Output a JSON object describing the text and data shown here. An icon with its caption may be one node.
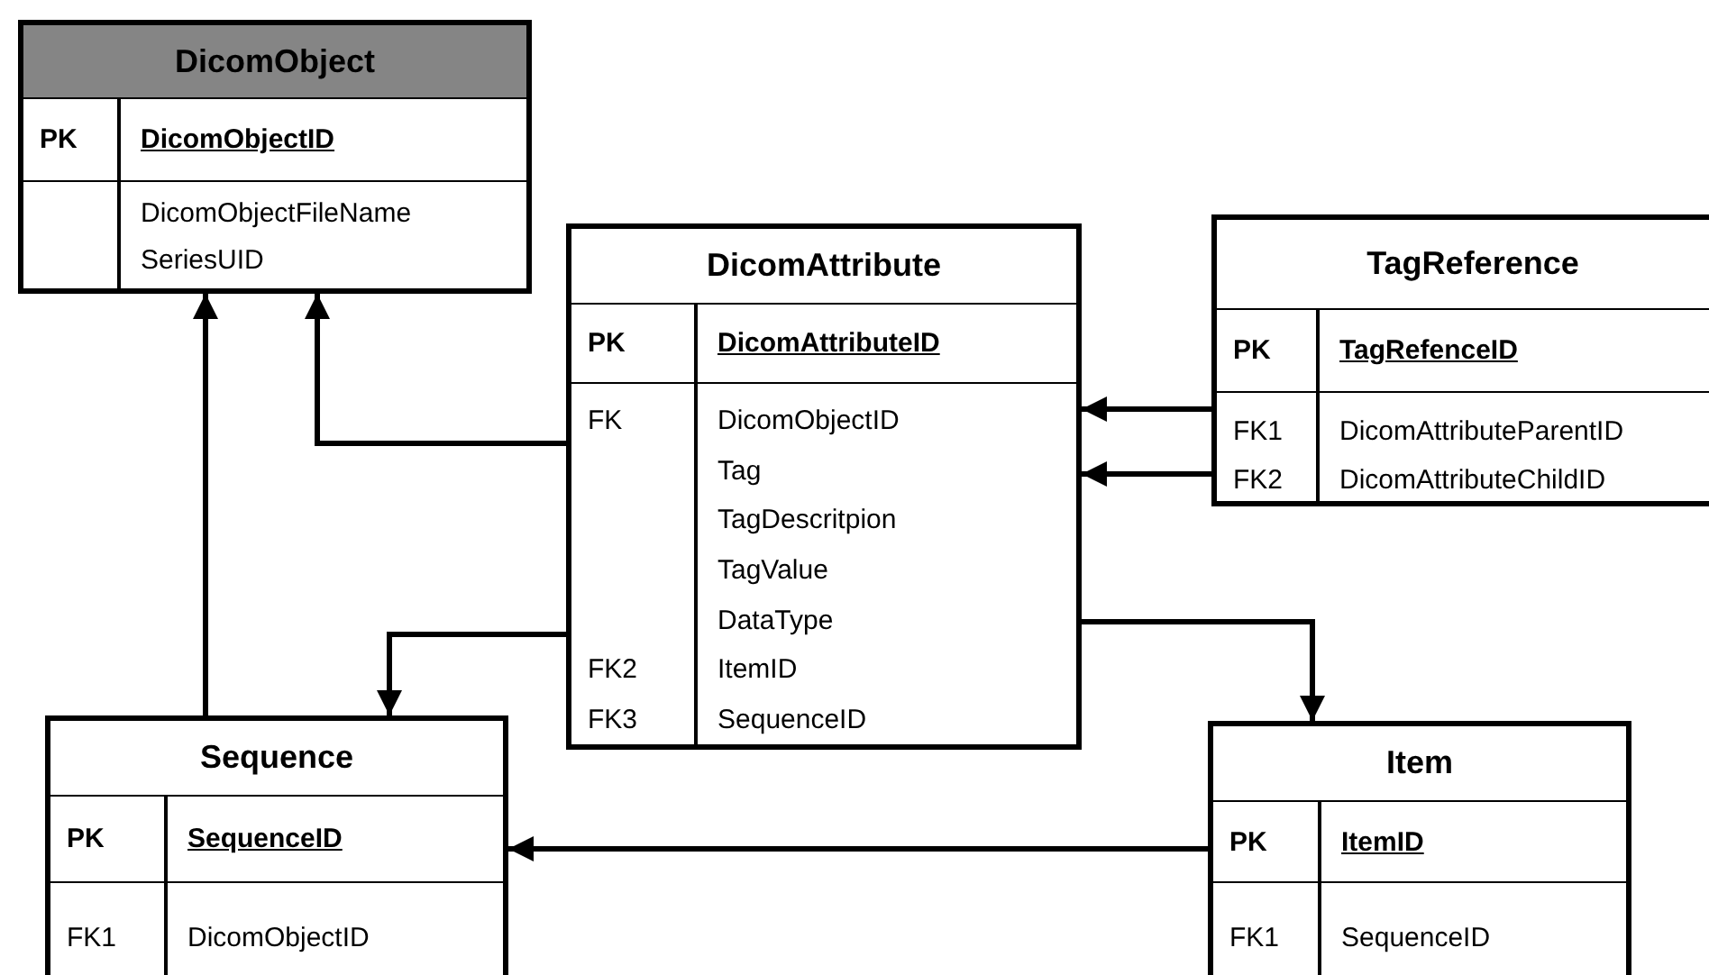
{
  "diagram": {
    "nodes": [
      {
        "text": [
          "DicomObject"
        ]
      },
      {
        "text": [
          "PK",
          "DicomObjectID"
        ],
        "in": 0
      },
      {
        "text": [
          "DicomObjectFileName"
        ],
        "in": 0
      },
      {
        "text": [
          "SeriesUID"
        ],
        "in": 0
      },
      {
        "text": [
          "DicomAttribute"
        ]
      },
      {
        "text": [
          "PK",
          "DicomAttributeID"
        ],
        "in": 4
      },
      {
        "text": [
          "FK",
          "DicomObjectID"
        ],
        "in": 4
      },
      {
        "text": [
          "Tag"
        ],
        "in": 4
      },
      {
        "text": [
          "TagDescritpion"
        ],
        "in": 4
      },
      {
        "text": [
          "TagValue"
        ],
        "in": 4
      },
      {
        "text": [
          "DataType"
        ],
        "in": 4
      },
      {
        "text": [
          "FK2",
          "ItemID"
        ],
        "in": 4
      },
      {
        "text": [
          "FK3",
          "SequenceID"
        ],
        "in": 4
      },
      {
        "text": [
          "TagReference"
        ]
      },
      {
        "text": [
          "PK",
          "TagRefenceID"
        ],
        "in": 13
      },
      {
        "text": [
          "FK1",
          "DicomAttributeParentID"
        ],
        "in": 13
      },
      {
        "text": [
          "FK2",
          "DicomAttributeChildID"
        ],
        "in": 13
      },
      {
        "text": [
          "Sequence"
        ]
      },
      {
        "text": [
          "PK",
          "SequenceID"
        ],
        "in": 17
      },
      {
        "text": [
          "FK1",
          "DicomObjectID"
        ],
        "in": 17
      },
      {
        "text": [
          "Item"
        ]
      },
      {
        "text": [
          "PK",
          "ItemID"
        ],
        "in": 20
      },
      {
        "text": [
          "FK1",
          "SequenceID"
        ],
        "in": 20
      }
    ],
    "edges": [
      {
        "from": 4,
        "to": 0,
        "arrow": "to"
      },
      {
        "from": 17,
        "to": 0,
        "arrow": "to"
      },
      {
        "from": 4,
        "to": 17,
        "arrow": "to"
      },
      {
        "from": 4,
        "to": 20,
        "arrow": "to"
      },
      {
        "from": 13,
        "to": 4,
        "arrow": "to"
      },
      {
        "from": 13,
        "to": 4,
        "arrow": "to"
      },
      {
        "from": 20,
        "to": 17,
        "arrow": "to"
      }
    ]
  }
}
